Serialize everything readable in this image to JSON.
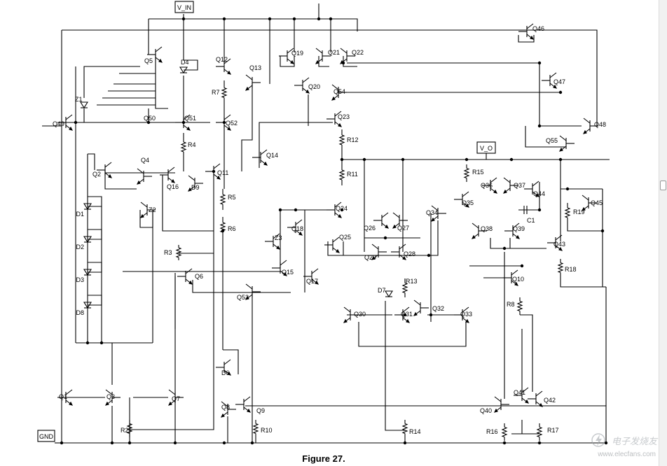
{
  "caption": "Figure 27.",
  "terminals": {
    "vin": "V_IN",
    "vo": "V_O",
    "gnd": "GND"
  },
  "labels": {
    "q1": "Q1",
    "q2": "Q2",
    "q3": "Q3",
    "q4": "Q4",
    "q5": "Q5",
    "q6": "Q6",
    "q7": "Q7",
    "q8": "Q8",
    "q9": "Q9",
    "q10": "Q10",
    "q11": "Q11",
    "q12": "Q12",
    "q13": "Q13",
    "q14": "Q14",
    "q15": "Q15",
    "q16": "Q16",
    "q17": "Q17",
    "q18": "Q18",
    "q19": "Q19",
    "q20": "Q20",
    "q21": "Q21",
    "q22": "Q22",
    "q23": "Q23",
    "q24": "Q24",
    "q25": "Q25",
    "q26": "Q26",
    "q27": "Q27",
    "q28": "Q28",
    "q29": "Q29",
    "q30": "Q30",
    "q31": "Q31",
    "q32": "Q32",
    "q33": "Q33",
    "q34": "Q34",
    "q35": "Q35",
    "q36": "Q36",
    "q37": "Q37",
    "q38": "Q38",
    "q39": "Q39",
    "q40": "Q40",
    "q41": "Q41",
    "q42": "Q42",
    "q43": "Q43",
    "q44": "Q44",
    "q45": "Q45",
    "q46": "Q46",
    "q47": "Q47",
    "q48": "Q48",
    "q49": "Q49",
    "q50": "Q50",
    "q51": "Q51",
    "q52": "Q52",
    "q53": "Q53",
    "q54": "Q54",
    "q55": "Q55",
    "r2": "R2",
    "r3": "R3",
    "r4": "R4",
    "r5": "R5",
    "r6": "R6",
    "r7": "R7",
    "r8": "R8",
    "r10": "R10",
    "r11": "R11",
    "r12": "R12",
    "r13": "R13",
    "r14": "R14",
    "r15": "R15",
    "r16": "R16",
    "r17": "R17",
    "r18": "R18",
    "r19": "R19",
    "d1": "D1",
    "d2": "D2",
    "d3": "D3",
    "d4": "D4",
    "d6": "D6",
    "d7": "D7",
    "d8": "D8",
    "d9": "D9",
    "z1": "Z1",
    "z2": "Z2",
    "z3": "Z3",
    "c1": "C1"
  },
  "watermark": {
    "text": "电子发烧友",
    "url": "www.elecfans.com"
  }
}
